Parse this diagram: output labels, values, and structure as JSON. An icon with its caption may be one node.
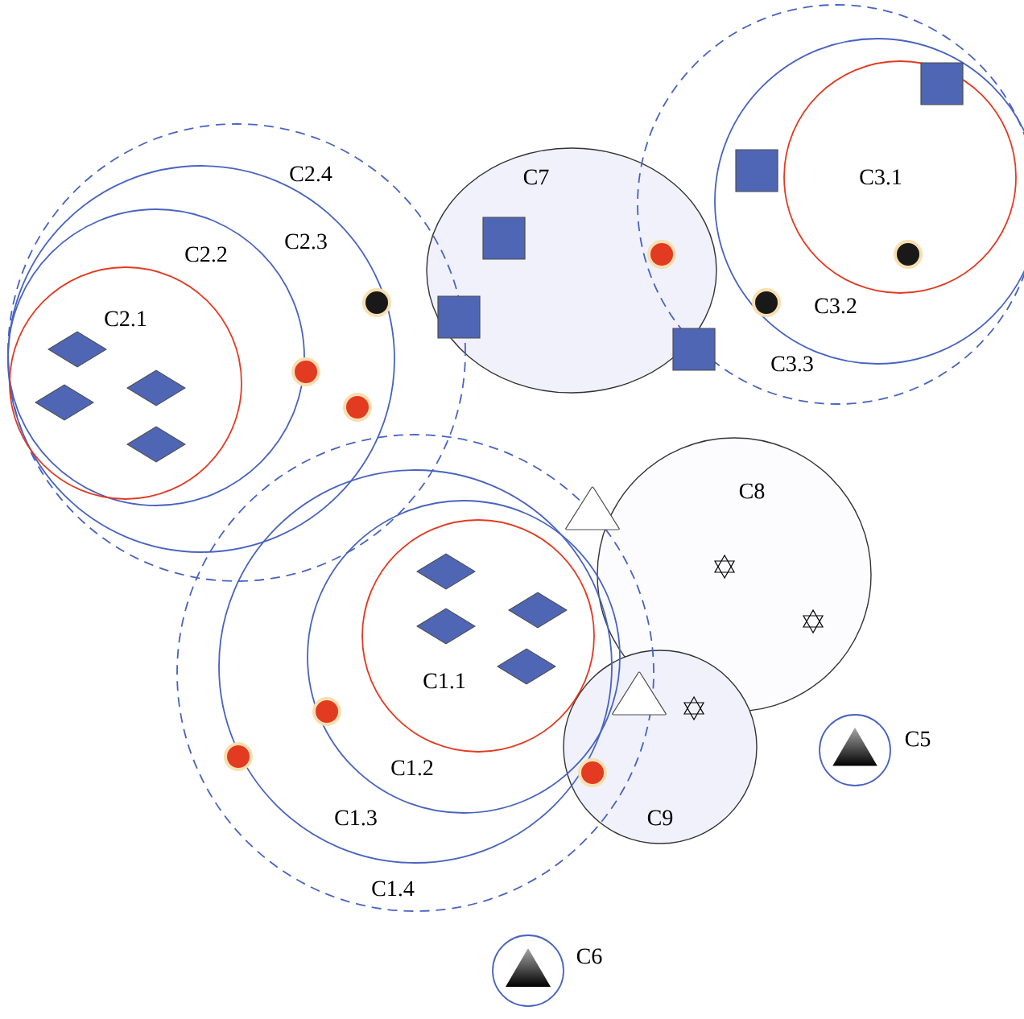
{
  "diagram": {
    "nodes": [
      {
        "text": [
          "C2.4"
        ]
      },
      {
        "text": [
          "C2.3"
        ],
        "in": 0
      },
      {
        "text": [
          "C2.2"
        ],
        "in": 1
      },
      {
        "text": [
          "C2.1"
        ],
        "in": 2
      },
      {
        "text": [
          "C7"
        ]
      },
      {
        "text": [
          "C3.3"
        ]
      },
      {
        "text": [
          "C3.2"
        ],
        "in": 5
      },
      {
        "text": [
          "C3.1"
        ],
        "in": 6
      },
      {
        "text": [
          "C8"
        ]
      },
      {
        "text": [
          "C1.4"
        ]
      },
      {
        "text": [
          "C1.3"
        ],
        "in": 9
      },
      {
        "text": [
          "C1.2"
        ],
        "in": 10
      },
      {
        "text": [
          "C1.1"
        ],
        "in": 11
      },
      {
        "text": [
          "C9"
        ]
      },
      {
        "text": [
          "C5"
        ]
      },
      {
        "text": [
          "C6"
        ]
      }
    ]
  }
}
